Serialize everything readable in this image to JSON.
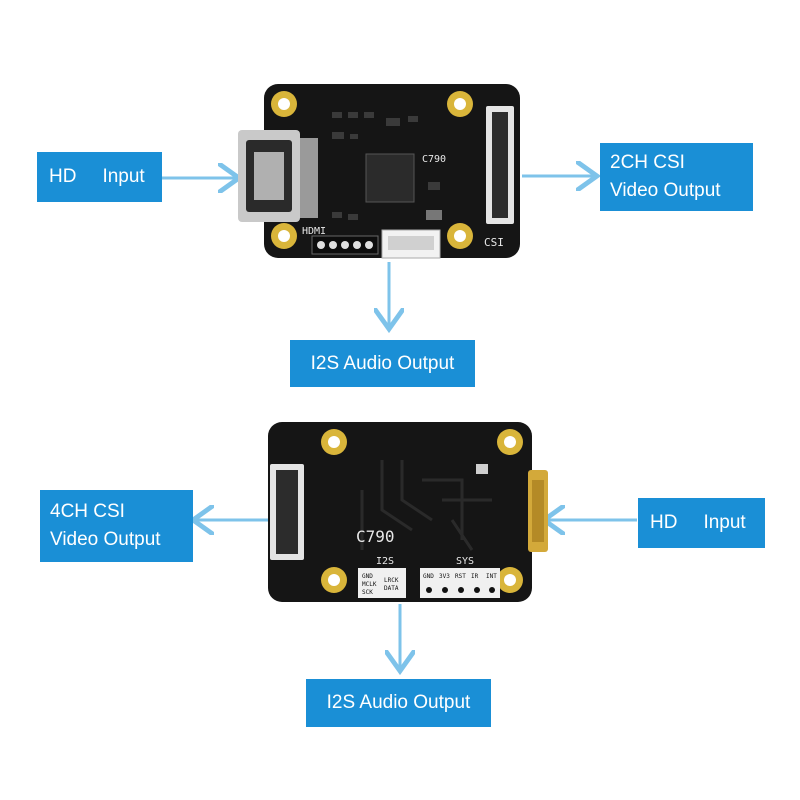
{
  "colors": {
    "label_bg": "#1a8fd6",
    "label_text": "#ffffff",
    "arrow": "#7ec3ea",
    "pcb": "#151515",
    "mount_pad": "#d9b53a",
    "silkscreen": "#e8e8e8"
  },
  "top": {
    "input_label": {
      "word1": "HD",
      "word2": "Input"
    },
    "csi_output_label": {
      "line1": "2CH CSI",
      "line2": "Video Output"
    },
    "audio_output_label": "I2S Audio Output",
    "board_silk": {
      "chip": "C790",
      "hdmi": "HDMI",
      "csi": "CSI"
    }
  },
  "bottom": {
    "csi_output_label": {
      "line1": "4CH CSI",
      "line2": "Video Output"
    },
    "input_label": {
      "word1": "HD",
      "word2": "Input"
    },
    "audio_output_label": "I2S Audio Output",
    "board_silk": {
      "chip": "C790",
      "i2s": "I2S",
      "sys": "SYS",
      "i2s_pins": [
        "GND",
        "MCLK",
        "SCK",
        "LRCK",
        "DATA"
      ],
      "sys_pins": [
        "GND",
        "3V3",
        "RST",
        "IR",
        "INT"
      ]
    }
  }
}
